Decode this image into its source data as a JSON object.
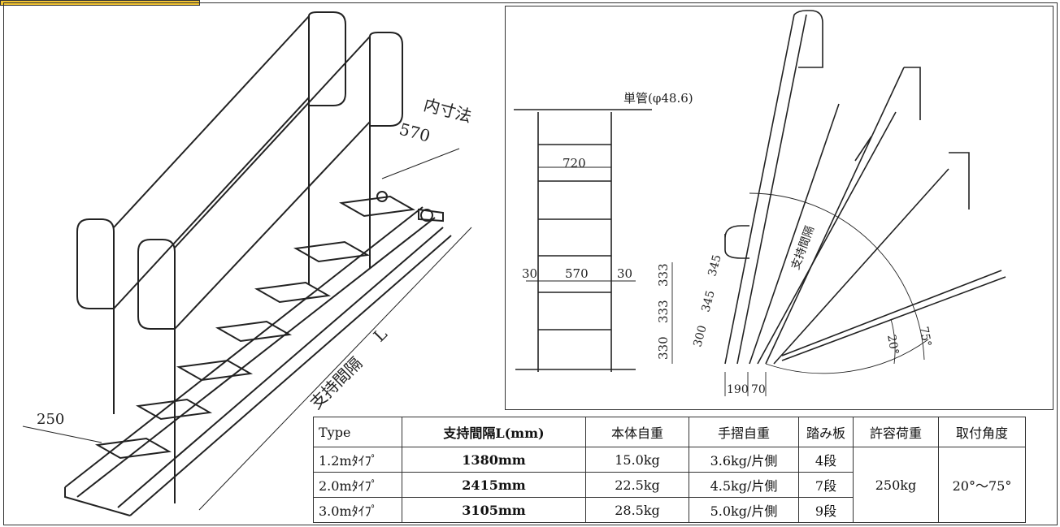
{
  "drawing": {
    "left": {
      "label_inner": "内寸法",
      "dim_inner": "570",
      "label_span": "支持間隔",
      "label_L": "L",
      "dim_width": "250"
    },
    "right": {
      "pipe_label": "単管(φ48.6)",
      "dim_720": "720",
      "dim_30a": "30",
      "dim_570": "570",
      "dim_30b": "30",
      "dim_333a": "333",
      "dim_333b": "333",
      "dim_330": "330",
      "dim_345a": "345",
      "dim_345b": "345",
      "dim_300": "300",
      "dim_190": "190",
      "dim_70": "70",
      "label_span": "支持間隔",
      "angle_20": "20°",
      "angle_75": "75°"
    }
  },
  "spec_table": {
    "headers": [
      "Type",
      "支持間隔L(mm)",
      "本体自重",
      "手摺自重",
      "踏み板",
      "許容荷重",
      "取付角度"
    ],
    "rows": [
      {
        "type": "1.2mﾀｲﾌﾟ",
        "span": "1380mm",
        "body_weight": "15.0kg",
        "handrail_weight": "3.6kg/片側",
        "treads": "4段"
      },
      {
        "type": "2.0mﾀｲﾌﾟ",
        "span": "2415mm",
        "body_weight": "22.5kg",
        "handrail_weight": "4.5kg/片側",
        "treads": "7段"
      },
      {
        "type": "3.0mﾀｲﾌﾟ",
        "span": "3105mm",
        "body_weight": "28.5kg",
        "handrail_weight": "5.0kg/片側",
        "treads": "9段"
      }
    ],
    "allowable_load": "250kg",
    "mount_angle": "20°～75°"
  }
}
